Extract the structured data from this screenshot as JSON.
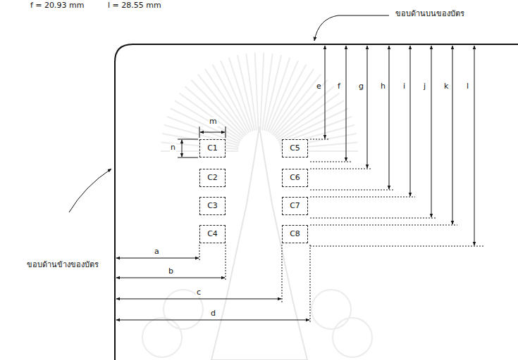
{
  "diagram": {
    "nodes": [
      {
        "text": [
          "C1"
        ]
      },
      {
        "text": [
          "C2"
        ]
      },
      {
        "text": [
          "C3"
        ]
      },
      {
        "text": [
          "C4"
        ]
      },
      {
        "text": [
          "C5"
        ]
      },
      {
        "text": [
          "C6"
        ]
      },
      {
        "text": [
          "C7"
        ]
      },
      {
        "text": [
          "C8"
        ]
      }
    ],
    "labels": [
      "f = 20.93 mm",
      "l = 28.55 mm",
      "ขอบด้านบนของบัตร",
      "ขอบด้านข้างของบัตร",
      "m",
      "n",
      "a",
      "b",
      "c",
      "d",
      "e",
      "f",
      "g",
      "h",
      "i",
      "j",
      "k",
      "l"
    ]
  }
}
